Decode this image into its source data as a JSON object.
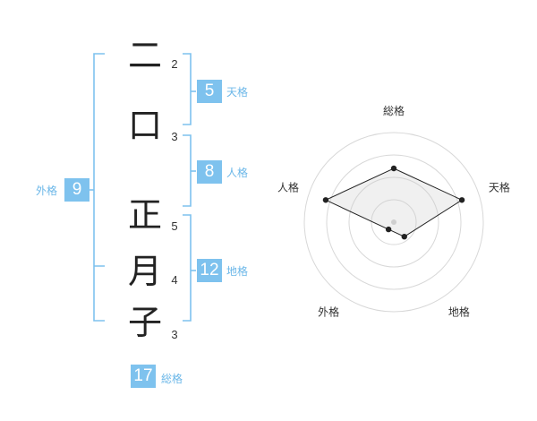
{
  "colors": {
    "accent": "#7ec2ee",
    "label": "#6bb7e8",
    "text": "#222222"
  },
  "name": {
    "chars": [
      {
        "char": "二",
        "strokes": "2"
      },
      {
        "char": "口",
        "strokes": "3"
      },
      {
        "char": "正",
        "strokes": "5"
      },
      {
        "char": "月",
        "strokes": "4"
      },
      {
        "char": "子",
        "strokes": "3"
      }
    ]
  },
  "scores": {
    "tenkaku": {
      "value": "5",
      "label": "天格"
    },
    "jinkaku": {
      "value": "8",
      "label": "人格"
    },
    "chikaku": {
      "value": "12",
      "label": "地格"
    },
    "gaikaku": {
      "value": "9",
      "label": "外格"
    },
    "soukaku": {
      "value": "17",
      "label": "総格"
    }
  },
  "radar": {
    "axes": [
      "総格",
      "天格",
      "地格",
      "外格",
      "人格"
    ],
    "levels": [
      0.6,
      0.8,
      0.2,
      0.1,
      0.8
    ],
    "ring_count": 4
  }
}
